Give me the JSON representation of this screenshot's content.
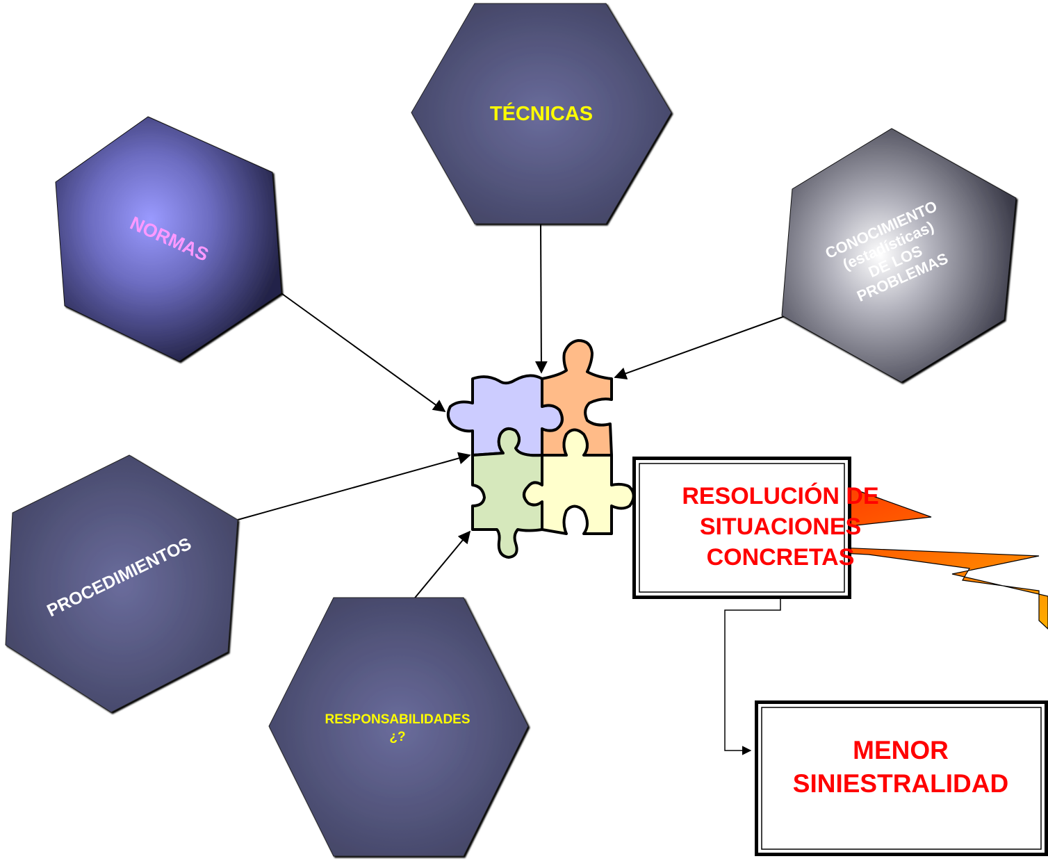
{
  "nodes": {
    "tecnicas": {
      "label": "TÉCNICAS",
      "color": "#ffff00"
    },
    "normas": {
      "label": "NORMAS",
      "color": "#ff99ff"
    },
    "conocimiento": {
      "lines": [
        "CONOCIMIENTO",
        "(estadísticas)",
        "DE LOS",
        "PROBLEMAS"
      ],
      "color": "#ffffff"
    },
    "procedimientos": {
      "label": "PROCEDIMIENTOS",
      "color": "#ffffff"
    },
    "responsabilidades": {
      "lines": [
        "RESPONSABILIDADES",
        "¿?"
      ],
      "color": "#ffff00"
    }
  },
  "boxes": {
    "resolucion": {
      "lines": [
        "RESOLUCIÓN DE",
        "SITUACIONES",
        "CONCRETAS"
      ]
    },
    "siniestralidad": {
      "lines": [
        "MENOR",
        "SINIESTRALIDAD"
      ]
    }
  },
  "colors": {
    "hexagon_dark": "#484a6e",
    "hexagon_light": "#6a6c9c",
    "normas_glow": "#9999ff",
    "conocimiento_glow": "#ffffff",
    "box_text": "#ff0000",
    "puzzle_purple": "#ccccff",
    "puzzle_orange": "#ffbb88",
    "puzzle_green": "#d6e8bc",
    "puzzle_yellow": "#ffffcc",
    "bolt_start": "#ff1100",
    "bolt_end": "#ffaa00"
  }
}
